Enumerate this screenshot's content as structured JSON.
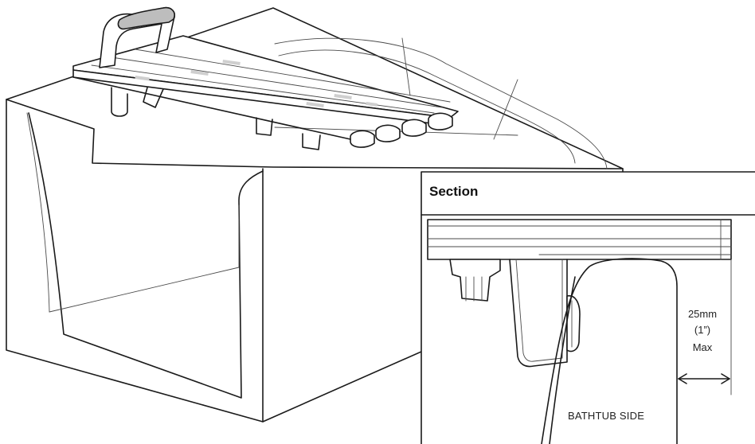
{
  "section_panel": {
    "title": "Section",
    "dimension_lines": [
      "25mm",
      "(1”)",
      "Max"
    ],
    "side_label": "BATHTUB SIDE"
  },
  "colors": {
    "line": "#1a1a1a",
    "handle": "#bdbdbd",
    "slot": "#cfcfcf",
    "background": "#ffffff"
  },
  "icons": [
    "double-arrow-icon"
  ]
}
